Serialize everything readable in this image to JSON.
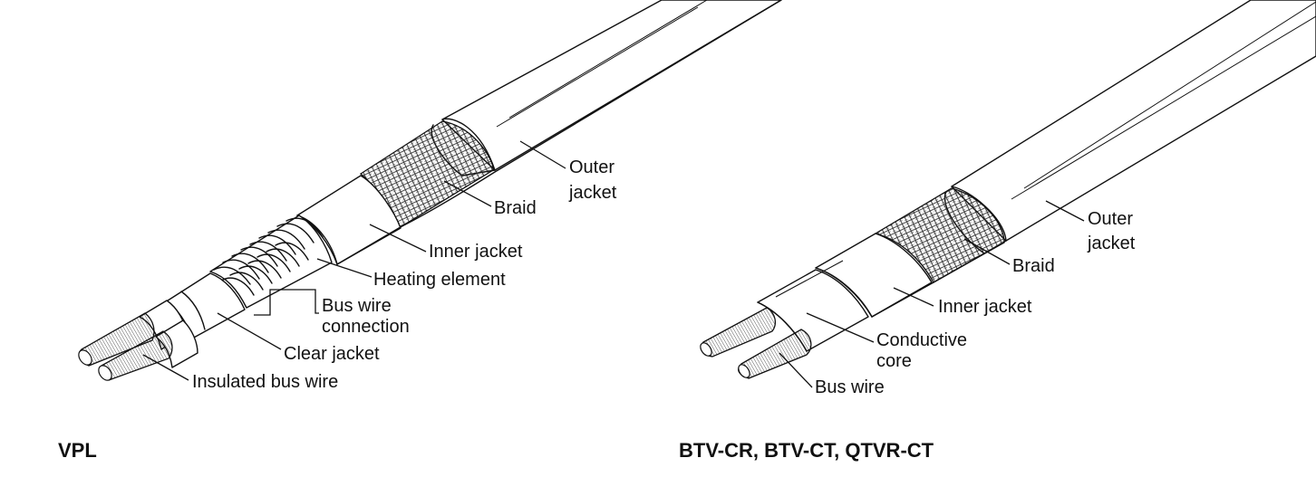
{
  "diagrams": [
    {
      "caption": "VPL",
      "labels": {
        "outer_jacket_1": "Outer",
        "outer_jacket_2": "jacket",
        "braid": "Braid",
        "inner_jacket": "Inner jacket",
        "heating_element": "Heating element",
        "bus_wire_connection_1": "Bus wire",
        "bus_wire_connection_2": "connection",
        "clear_jacket": "Clear jacket",
        "insulated_bus_wire": "Insulated bus wire"
      }
    },
    {
      "caption": "BTV-CR, BTV-CT, QTVR-CT",
      "labels": {
        "outer_jacket_1": "Outer",
        "outer_jacket_2": "jacket",
        "braid": "Braid",
        "inner_jacket": "Inner jacket",
        "conductive_core_1": "Conductive",
        "conductive_core_2": "core",
        "bus_wire": "Bus wire"
      }
    }
  ]
}
